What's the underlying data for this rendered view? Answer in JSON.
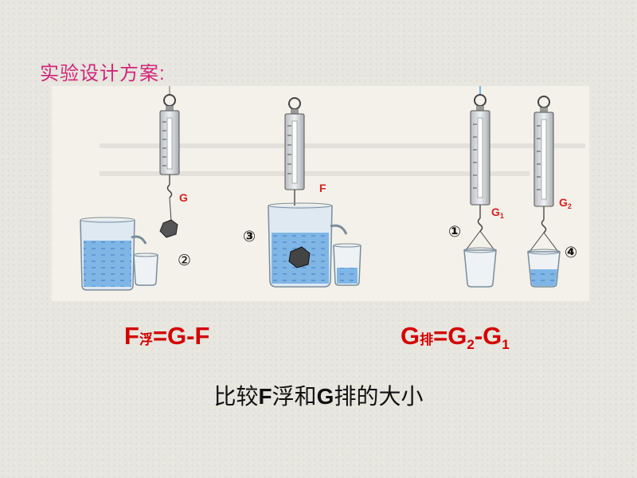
{
  "heading": "实验设计方案:",
  "labels": {
    "G": "G",
    "F": "F",
    "G1_main": "G",
    "G1_sub": "1",
    "G2_main": "G",
    "G2_sub": "2"
  },
  "steps": {
    "one": "①",
    "two": "②",
    "three": "③",
    "four": "④"
  },
  "formula_left": {
    "main1": "F",
    "small": "浮",
    "rest": "=G-F"
  },
  "formula_right": {
    "main1": "G",
    "small": "排",
    "eq": "=G",
    "sub2": "2",
    "minus": "-G",
    "sub1": "1"
  },
  "conclusion": {
    "part1": "比较",
    "bold1": "F",
    "part2": "浮和",
    "bold2": "G",
    "part3": "排的大小"
  },
  "colors": {
    "heading": "#d1267a",
    "formula": "#d40000",
    "water": "#3f8fd6"
  }
}
